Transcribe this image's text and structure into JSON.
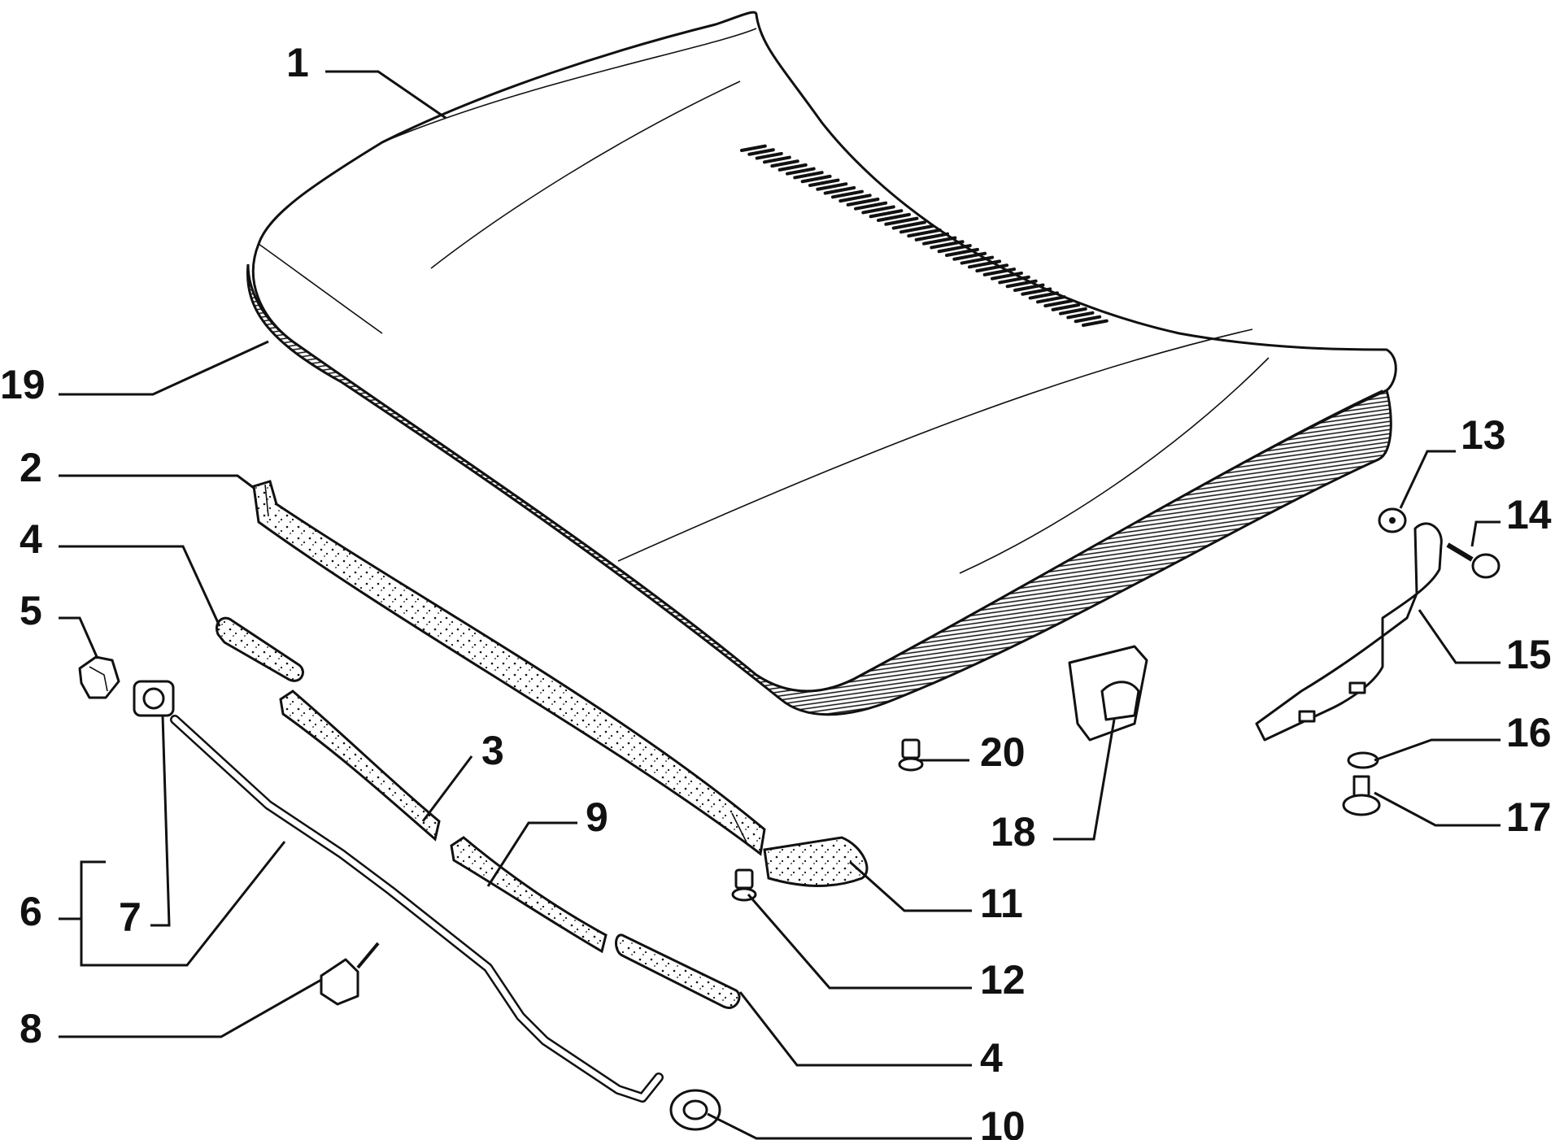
{
  "callouts": [
    {
      "id": "c1",
      "label": "1"
    },
    {
      "id": "c19",
      "label": "19"
    },
    {
      "id": "c2",
      "label": "2"
    },
    {
      "id": "c4a",
      "label": "4"
    },
    {
      "id": "c5",
      "label": "5"
    },
    {
      "id": "c6",
      "label": "6"
    },
    {
      "id": "c7",
      "label": "7"
    },
    {
      "id": "c8",
      "label": "8"
    },
    {
      "id": "c3",
      "label": "3"
    },
    {
      "id": "c9",
      "label": "9"
    },
    {
      "id": "c13",
      "label": "13"
    },
    {
      "id": "c14",
      "label": "14"
    },
    {
      "id": "c15",
      "label": "15"
    },
    {
      "id": "c16",
      "label": "16"
    },
    {
      "id": "c17",
      "label": "17"
    },
    {
      "id": "c20",
      "label": "20"
    },
    {
      "id": "c18",
      "label": "18"
    },
    {
      "id": "c11",
      "label": "11"
    },
    {
      "id": "c12",
      "label": "12"
    },
    {
      "id": "c4b",
      "label": "4"
    },
    {
      "id": "c10",
      "label": "10"
    }
  ]
}
